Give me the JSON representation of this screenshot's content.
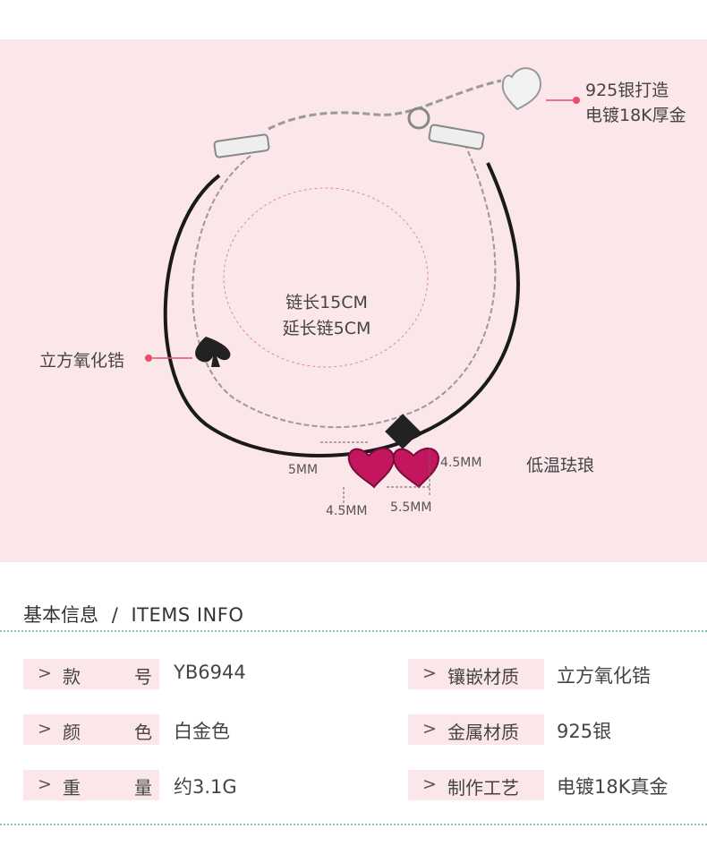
{
  "callouts": {
    "silver_line1": "925银打造",
    "silver_line2": "电镀18K厚金",
    "chain_length": "链长15CM",
    "extension": "延长链5CM",
    "zirconia": "立方氧化锆",
    "enamel": "低温珐琅"
  },
  "dimensions": {
    "left_width": "5MM",
    "left_height": "4.5MM",
    "right_height": "4.5MM",
    "right_width": "5.5MM"
  },
  "section": {
    "title_cn": "基本信息",
    "separator": "/",
    "title_en": "ITEMS INFO"
  },
  "items": [
    {
      "key_a": "款",
      "key_b": "号",
      "value": "YB6944"
    },
    {
      "key": "镶嵌材质",
      "value": "立方氧化锆"
    },
    {
      "key_a": "颜",
      "key_b": "色",
      "value": "白金色"
    },
    {
      "key": "金属材质",
      "value": "925银"
    },
    {
      "key_a": "重",
      "key_b": "量",
      "value": "约3.1G"
    },
    {
      "key": "制作工艺",
      "value": "电镀18K真金"
    }
  ],
  "glyphs": {
    "arrow": ">"
  },
  "colors": {
    "hero_bg": "#fbe6ea",
    "accent": "#e8506a",
    "gem_pink": "#c4155f",
    "dotted_line": "#8fbfb8"
  }
}
